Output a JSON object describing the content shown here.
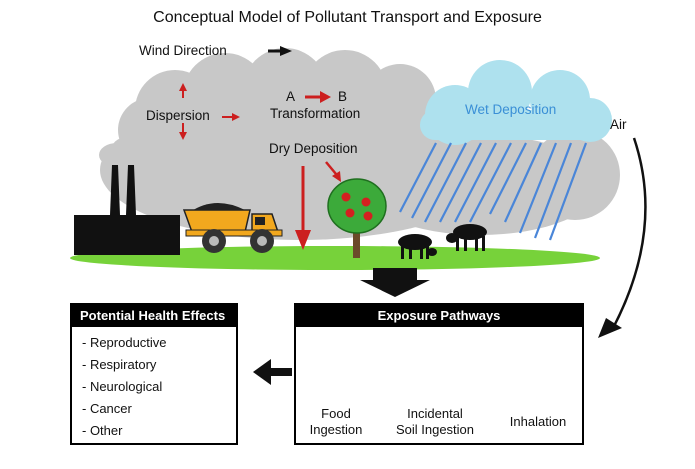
{
  "title": "Conceptual Model of Pollutant Transport and Exposure",
  "labels": {
    "wind_direction": "Wind Direction",
    "dispersion": "Dispersion",
    "transformation_a": "A",
    "transformation_b": "B",
    "transformation": "Transformation",
    "dry_deposition": "Dry Deposition",
    "wet_deposition": "Wet Deposition",
    "air": "Air"
  },
  "health_effects": {
    "title": "Potential Health Effects",
    "items": [
      "- Reproductive",
      "- Respiratory",
      "- Neurological",
      "- Cancer",
      "- Other"
    ]
  },
  "exposure_pathways": {
    "title": "Exposure Pathways",
    "pathways": [
      {
        "line1": "Food",
        "line2": "Ingestion",
        "icon": "fork-eating-icon"
      },
      {
        "line1": "Incidental",
        "line2": "Soil Ingestion",
        "icon": "face-hand-icon"
      },
      {
        "line1": "Inhalation",
        "line2": "",
        "icon": "lungs-icon"
      }
    ]
  },
  "colors": {
    "cloud": "#c8c8c8",
    "rain_cloud": "#aee1ee",
    "rain": "#4a86d8",
    "wet_deposition_text": "#3a8fd6",
    "red_arrow": "#cc1f1f",
    "ground": "#77d23a",
    "truck": "#f2a81e",
    "tree": "#3caa3a",
    "icon_bg": "#c9f0d8"
  }
}
